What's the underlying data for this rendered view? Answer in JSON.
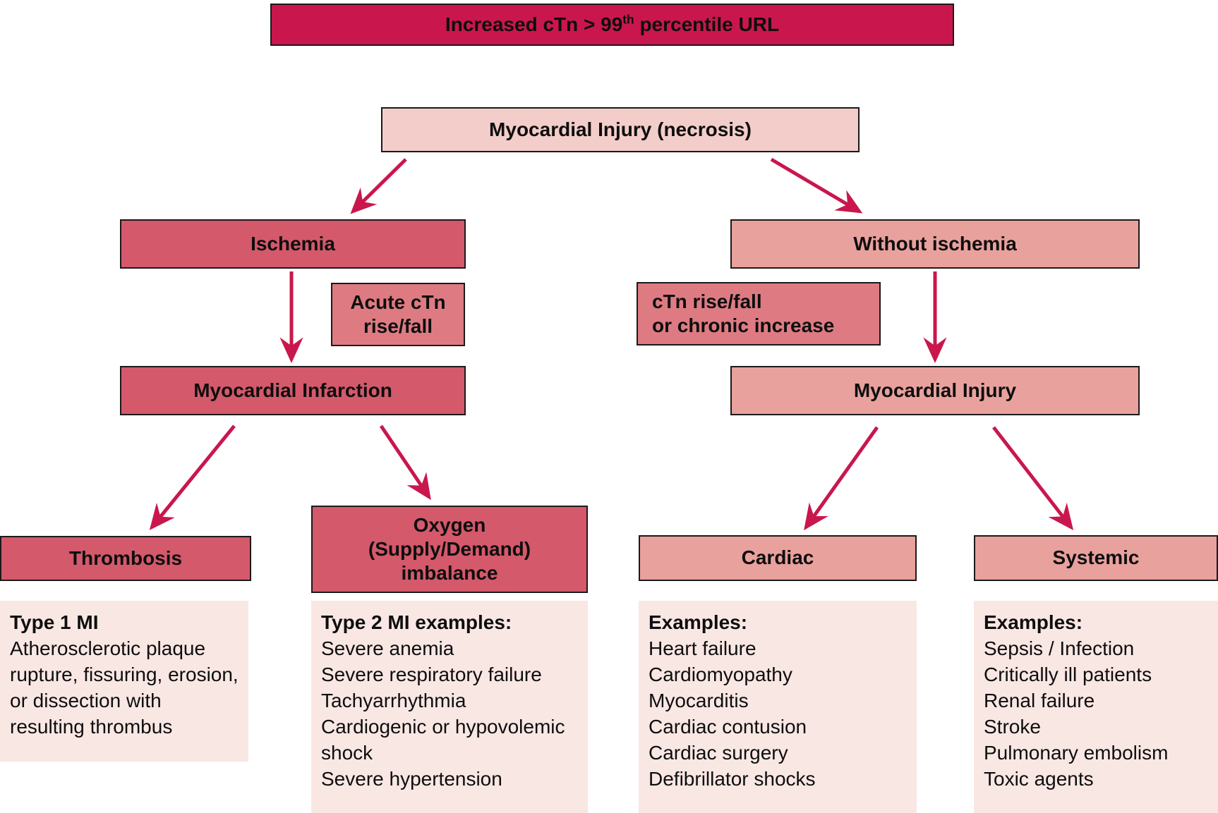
{
  "diagram_title": "cTn elevation flowchart",
  "colors": {
    "crimson": "#C9174D",
    "mid_red": "#D4596B",
    "soft_red": "#DE7B82",
    "salmon": "#E9A19D",
    "light_pink": "#F3CDC9",
    "panel_pink": "#F9E7E4",
    "border_black": "#1A1A1A",
    "text_black": "#0E0E0E"
  },
  "nodes": {
    "banner": {
      "text_prefix": "Increased cTn > 99",
      "superscript": "th",
      "text_suffix": " percentile URL"
    },
    "necrosis": {
      "label": "Myocardial Injury (necrosis)"
    },
    "ischemia": {
      "label": "Ischemia"
    },
    "without_ischemia": {
      "label": "Without ischemia"
    },
    "acute_ctn": {
      "line1": "Acute cTn",
      "line2": "rise/fall"
    },
    "ctn_rise": {
      "line1": "cTn rise/fall",
      "line2": "or chronic increase"
    },
    "myocardial_infarction": {
      "label": "Myocardial Infarction"
    },
    "myocardial_injury": {
      "label": "Myocardial Injury"
    },
    "thrombosis": {
      "label": "Thrombosis"
    },
    "oxygen": {
      "line1": "Oxygen",
      "line2": "(Supply/Demand)",
      "line3": "imbalance"
    },
    "cardiac": {
      "label": "Cardiac"
    },
    "systemic": {
      "label": "Systemic"
    }
  },
  "panels": {
    "type1": {
      "title": "Type 1 MI",
      "body": "Atherosclerotic plaque rupture, fissuring, erosion, or dissection with resulting thrombus"
    },
    "type2": {
      "title": "Type 2 MI examples:",
      "items": [
        "Severe anemia",
        "Severe respiratory failure",
        "Tachyarrhythmia",
        "Cardiogenic or hypovolemic shock",
        "Severe hypertension"
      ]
    },
    "cardiac": {
      "title": "Examples:",
      "items": [
        "Heart failure",
        "Cardiomyopathy",
        "Myocarditis",
        "Cardiac contusion",
        "Cardiac surgery",
        "Defibrillator shocks"
      ]
    },
    "systemic": {
      "title": "Examples:",
      "items": [
        "Sepsis / Infection",
        "Critically ill patients",
        "Renal failure",
        "Stroke",
        "Pulmonary embolism",
        "Toxic agents"
      ]
    }
  }
}
